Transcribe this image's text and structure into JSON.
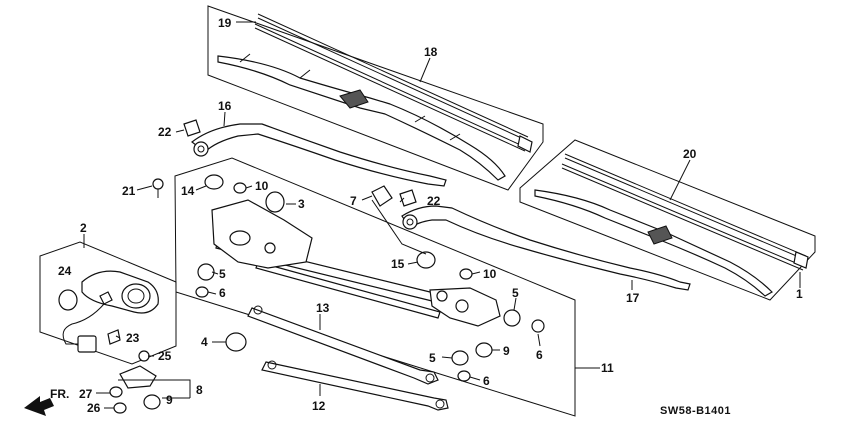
{
  "diagram_code": "SW58-B1401",
  "callouts": [
    {
      "id": "c19",
      "label": "19"
    },
    {
      "id": "c18",
      "label": "18"
    },
    {
      "id": "c16",
      "label": "16"
    },
    {
      "id": "c22a",
      "label": "22"
    },
    {
      "id": "c20",
      "label": "20"
    },
    {
      "id": "c21",
      "label": "21"
    },
    {
      "id": "c14",
      "label": "14"
    },
    {
      "id": "c10a",
      "label": "10"
    },
    {
      "id": "c3",
      "label": "3"
    },
    {
      "id": "c7",
      "label": "7"
    },
    {
      "id": "c22b",
      "label": "22"
    },
    {
      "id": "c2",
      "label": "2"
    },
    {
      "id": "c5a",
      "label": "5"
    },
    {
      "id": "c6a",
      "label": "6"
    },
    {
      "id": "c15",
      "label": "15"
    },
    {
      "id": "c10b",
      "label": "10"
    },
    {
      "id": "c17",
      "label": "17"
    },
    {
      "id": "c1",
      "label": "1"
    },
    {
      "id": "c24",
      "label": "24"
    },
    {
      "id": "c13",
      "label": "13"
    },
    {
      "id": "c5b",
      "label": "5"
    },
    {
      "id": "c4",
      "label": "4"
    },
    {
      "id": "c23",
      "label": "23"
    },
    {
      "id": "c6b",
      "label": "6"
    },
    {
      "id": "c25",
      "label": "25"
    },
    {
      "id": "c5c",
      "label": "5"
    },
    {
      "id": "c9a",
      "label": "9"
    },
    {
      "id": "c11",
      "label": "11"
    },
    {
      "id": "c6c",
      "label": "6"
    },
    {
      "id": "c8",
      "label": "8"
    },
    {
      "id": "c27",
      "label": "27"
    },
    {
      "id": "c9b",
      "label": "9"
    },
    {
      "id": "c26",
      "label": "26"
    },
    {
      "id": "c12",
      "label": "12"
    }
  ],
  "front_arrow": {
    "label": "FR."
  }
}
